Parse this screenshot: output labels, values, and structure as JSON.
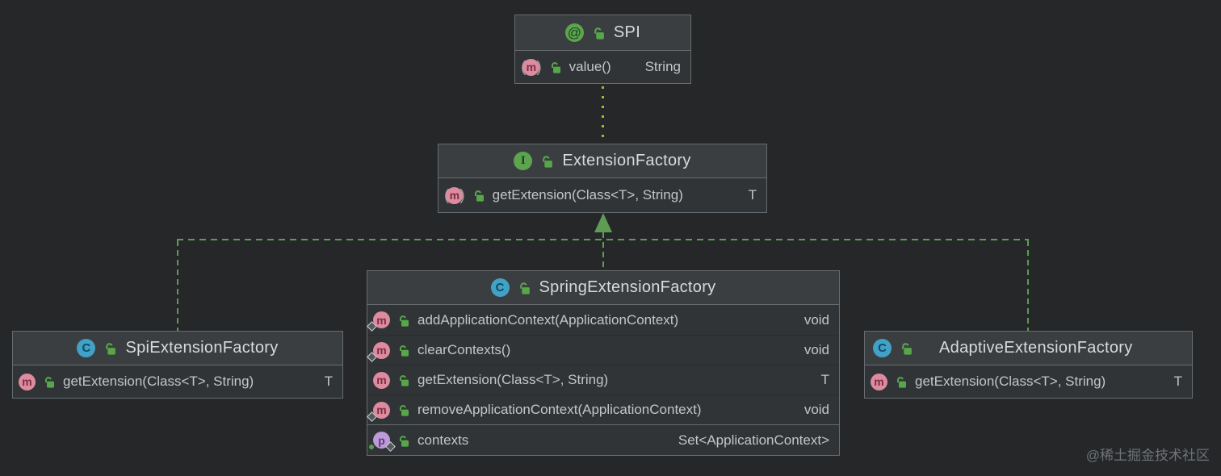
{
  "colors": {
    "canvas_bg": "#252729",
    "node_body_bg": "#313437",
    "node_header_bg": "#3b3e41",
    "node_border": "#666c6f",
    "title_text": "#d8dadc",
    "member_text": "#c3c6c8",
    "annotation_icon_green": "#5ca44e",
    "interface_icon_green": "#5ca44e",
    "class_icon_blue": "#42a1c7",
    "method_icon_pink": "#dd8b9e",
    "field_icon_purple": "#bd9ad8",
    "lock_icon_green": "#57a64a",
    "inheritance_edge_green": "#5f9b55",
    "annotation_edge_yellow_green": "#abb53e",
    "watermark_text": "#6f7376"
  },
  "icons": {
    "annotation_glyph": "@",
    "interface_glyph": "I",
    "class_glyph": "C",
    "method_glyph": "m",
    "field_glyph": "p"
  },
  "watermark": "@稀土掘金技术社区",
  "classes": [
    {
      "title": "SPI",
      "kind": "annotation",
      "members": [
        {
          "name": "value()",
          "type": "String",
          "abstract": true
        }
      ]
    },
    {
      "title": "ExtensionFactory",
      "kind": "interface",
      "members": [
        {
          "name": "getExtension(Class<T>, String)",
          "type": "T",
          "abstract": true
        }
      ]
    },
    {
      "title": "SpringExtensionFactory",
      "kind": "class",
      "members": [
        {
          "name": "addApplicationContext(ApplicationContext)",
          "type": "void",
          "override_diamond": true
        },
        {
          "name": "clearContexts()",
          "type": "void",
          "override_diamond": true
        },
        {
          "name": "getExtension(Class<T>, String)",
          "type": "T",
          "override_diamond": false
        },
        {
          "name": "removeApplicationContext(ApplicationContext)",
          "type": "void",
          "override_diamond": true
        }
      ],
      "fields": [
        {
          "name": "contexts",
          "type": "Set<ApplicationContext>"
        }
      ]
    },
    {
      "title": "SpiExtensionFactory",
      "kind": "class",
      "members": [
        {
          "name": "getExtension(Class<T>, String)",
          "type": "T",
          "abstract": false
        }
      ]
    },
    {
      "title": "AdaptiveExtensionFactory",
      "kind": "class",
      "members": [
        {
          "name": "getExtension(Class<T>, String)",
          "type": "T",
          "abstract": false
        }
      ]
    }
  ]
}
